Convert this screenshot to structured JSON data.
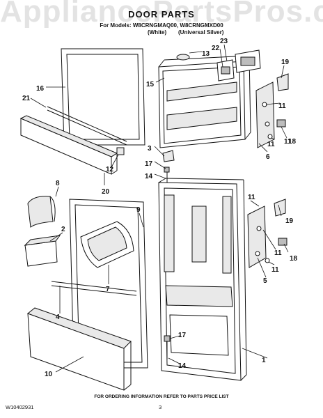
{
  "watermark": "AppliancePartsPros.com",
  "title": "DOOR PARTS",
  "models": "For Models: W8CRNGMAQ00, W8CRNGMXD00",
  "color_white": "(White)",
  "color_silver": "(Universal Silver)",
  "footer_note": "FOR ORDERING INFORMATION REFER TO PARTS PRICE LIST",
  "part_number": "W10402931",
  "page_number": "3",
  "callouts": [
    "1",
    "2",
    "3",
    "4",
    "5",
    "6",
    "7",
    "8",
    "9",
    "10",
    "11",
    "11",
    "11",
    "11",
    "11",
    "11",
    "12",
    "13",
    "14",
    "14",
    "15",
    "16",
    "17",
    "17",
    "18",
    "18",
    "19",
    "19",
    "20",
    "21",
    "22",
    "23"
  ]
}
